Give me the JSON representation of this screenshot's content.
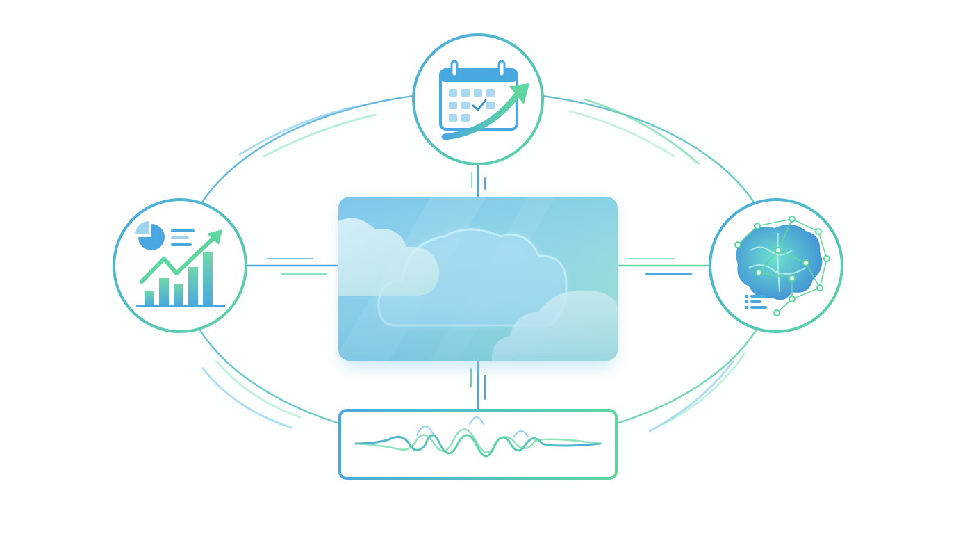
{
  "diagram": {
    "center": {
      "icon": "cloud-icon"
    },
    "nodes": [
      {
        "id": "top",
        "icon": "calendar-growth-icon"
      },
      {
        "id": "left",
        "icon": "analytics-chart-icon"
      },
      {
        "id": "right",
        "icon": "ai-brain-network-icon"
      },
      {
        "id": "bottom",
        "icon": "audio-waveform-icon"
      }
    ],
    "colors": {
      "primary_blue": "#4aa8e0",
      "accent_green": "#5fd6a0",
      "light_blue": "#bfe3f7",
      "glow": "#8ff0ff"
    }
  }
}
